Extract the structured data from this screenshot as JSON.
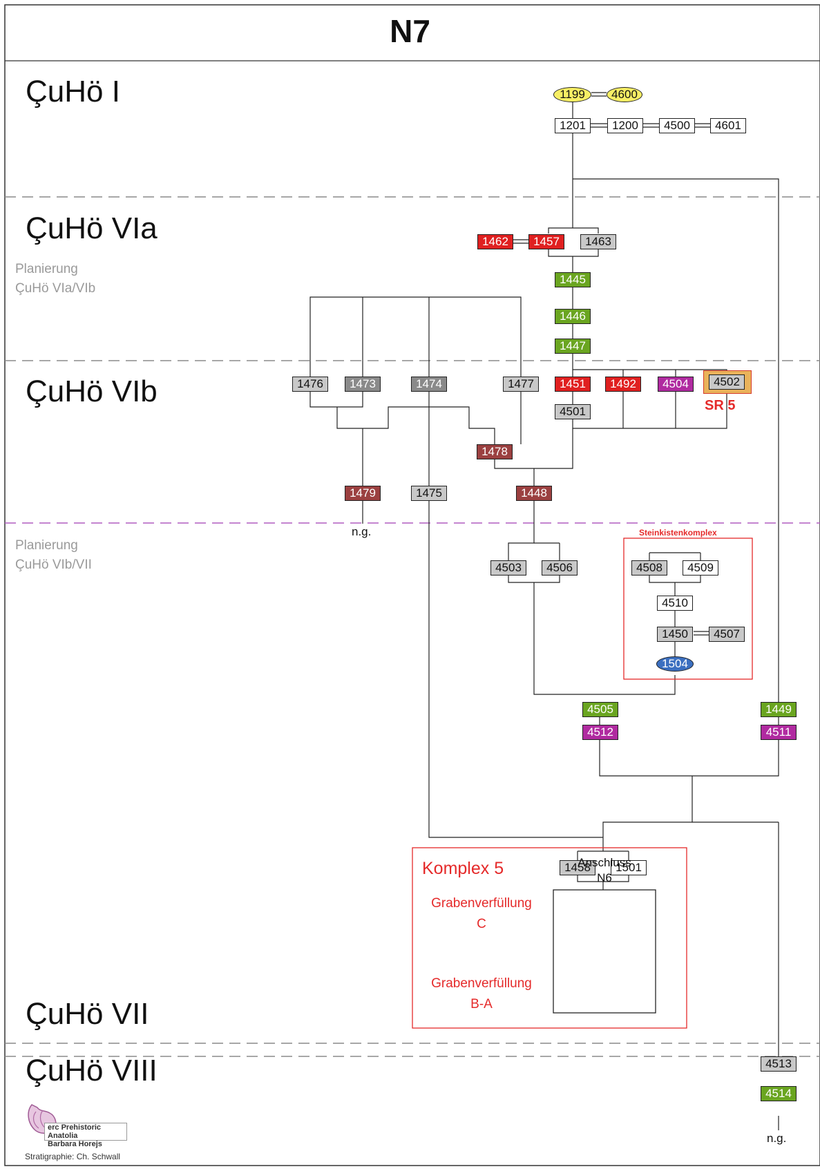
{
  "title": "N7",
  "phases": {
    "i": "ÇuHö I",
    "via": "ÇuHö VIa",
    "vib": "ÇuHö VIb",
    "vii": "ÇuHö VII",
    "viii": "ÇuHö VIII"
  },
  "sublabels": {
    "plan_a_1": "Planierung",
    "plan_a_2": "ÇuHö VIa/VIb",
    "plan_b_1": "Planierung",
    "plan_b_2": "ÇuHö VIb/VII"
  },
  "units": {
    "u1199": "1199",
    "u4600": "4600",
    "u1201": "1201",
    "u1200": "1200",
    "u4500": "4500",
    "u4601": "4601",
    "u1462": "1462",
    "u1457": "1457",
    "u1463": "1463",
    "u1445": "1445",
    "u1446": "1446",
    "u1447": "1447",
    "u1476": "1476",
    "u1473": "1473",
    "u1474": "1474",
    "u1477": "1477",
    "u1451": "1451",
    "u1492": "1492",
    "u4504": "4504",
    "u4502": "4502",
    "u4501": "4501",
    "u1478": "1478",
    "u1479": "1479",
    "u1475": "1475",
    "u1448": "1448",
    "u4503": "4503",
    "u4506": "4506",
    "u4508": "4508",
    "u4509": "4509",
    "u4510": "4510",
    "u1450": "1450",
    "u4507": "4507",
    "u1504": "1504",
    "u4505": "4505",
    "u4512": "4512",
    "u1449": "1449",
    "u4511": "4511",
    "u1458": "1458",
    "u1501": "1501",
    "u4513": "4513",
    "u4514": "4514"
  },
  "annotations": {
    "sr5": "SR 5",
    "steinkisten": "Steinkistenkomplex",
    "komplex5": "Komplex 5",
    "graben_c_1": "Grabenverfüllung",
    "graben_c_2": "C",
    "graben_ba_1": "Grabenverfüllung",
    "graben_ba_2": "B-A",
    "anschluss_1": "Anschluss",
    "anschluss_2": "N6",
    "ng": "n.g."
  },
  "logo": {
    "line1": "erc Prehistoric Anatolia",
    "line2": "Barbara Horejs"
  },
  "credit": "Stratigraphie: Ch. Schwall",
  "colors": {
    "white": "#ffffff",
    "light_gray": "#c8c8c8",
    "dark_gray": "#8a8a8a",
    "red": "#e02020",
    "brown": "#9b4040",
    "green": "#6aa520",
    "magenta": "#b02aa0",
    "yellow": "#f7ee64",
    "blue": "#3b6fc0",
    "annotation_red": "#e52a2a",
    "phase_divider": "#888888",
    "planning_divider": "#b05cc0"
  }
}
